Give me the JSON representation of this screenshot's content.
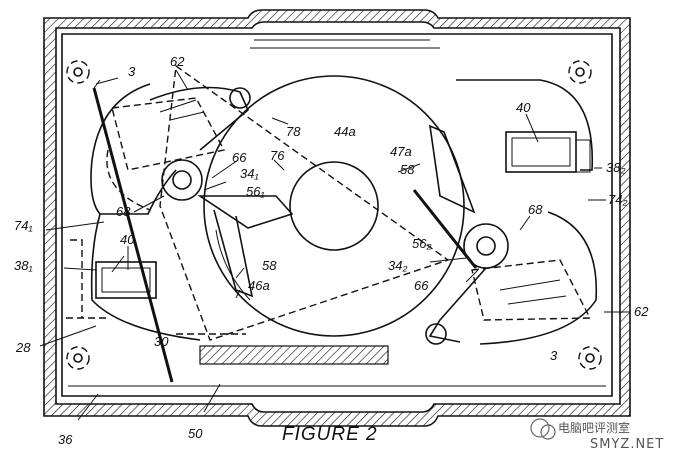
{
  "figure": {
    "caption": "FIGURE 2",
    "labels": {
      "l3a": "3",
      "l62a": "62",
      "l78": "78",
      "l44a": "44a",
      "l76": "76",
      "l47a": "47a",
      "l58a": "58",
      "l66a": "66",
      "l34_1": "34₁",
      "l56_1": "56₁",
      "l40a": "40",
      "l38_2": "38₂",
      "l74_2": "74₂",
      "l68a": "68",
      "l74_1": "74₁",
      "l40b": "40",
      "l38_1": "38₁",
      "l68b": "68",
      "l56_2": "56₂",
      "l34_2": "34₂",
      "l58b": "58",
      "l46a": "46a",
      "l66b": "66",
      "l62b": "62",
      "l28": "28",
      "l30": "30",
      "l3b": "3",
      "l36": "36",
      "l50": "50"
    }
  },
  "watermark": {
    "line1": "电脑吧评测室",
    "line2": "SMYZ.NET"
  }
}
